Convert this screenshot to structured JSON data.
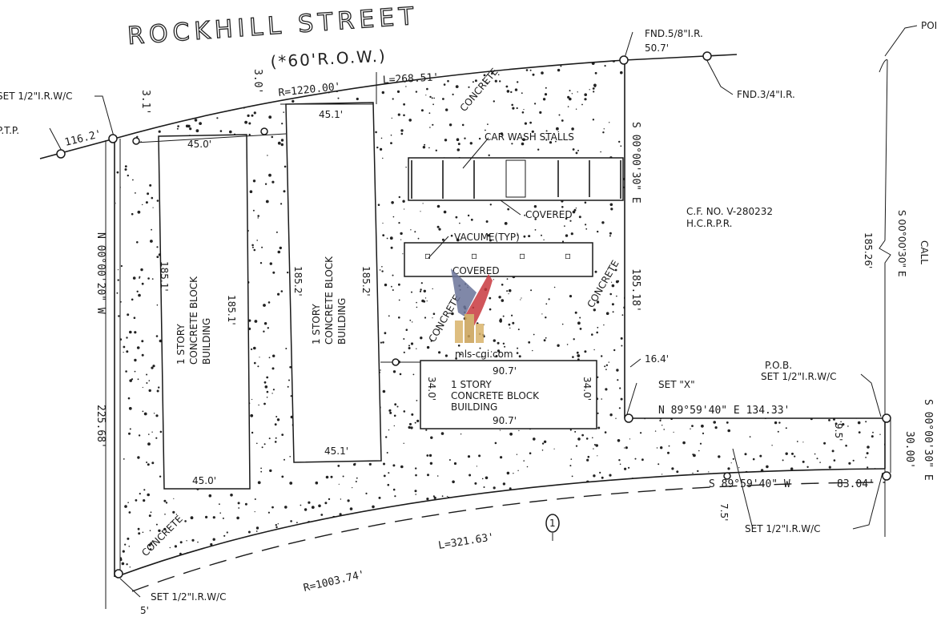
{
  "street": {
    "name": "ROCKHILL STREET",
    "row": "(*60'R.O.W.)",
    "offset": "3.0'"
  },
  "north_curve": {
    "radius": "R=1220.00'",
    "length": "L=268.51'",
    "segment_west": "116.2'",
    "offset": "3.1'"
  },
  "south_curve": {
    "radius": "R=1003.74'",
    "length": "L=321.63'"
  },
  "markers": {
    "set_iron_nw": "SET 1/2\"I.R.W/C",
    "ptp": "P.T.P.",
    "fnd_58": "FND.5/8\"I.R.",
    "fnd_34": "FND.3/4\"I.R.",
    "dist_50_7": "50.7'",
    "pob_title": "P.O.B.",
    "pob_iron": "SET 1/2\"I.R.W/C",
    "set_x": "SET \"X\"",
    "set_iron_s": "SET 1/2\"I.R.W/C",
    "set_iron_sw": "SET 1/2\"I.R.W/C",
    "point_label": "POI",
    "note_circle": "1"
  },
  "bearings": {
    "west": "N 00°00'20\" W",
    "west_dist": "225.68'",
    "east_prop": "S 00°00'30\" E",
    "east_dist": "185.18'",
    "north_line": "N 89°59'40\" E 134.33'",
    "south_line_bearing": "S 89°59'40\" W",
    "south_line_dist": "83.04'",
    "far_east": "S 00°00'30\" E",
    "far_east_dist": "30.00'",
    "call_label": "CALL",
    "call_bearing": "S 00°00'30\" E",
    "call_dist": "185.26'",
    "offset_16": "16.4'",
    "offset_7_5": "7.5'",
    "offset_5": "5'",
    "offset_9_5": "9.5'"
  },
  "parcel": {
    "cf_no": "C.F. NO. V-280232",
    "record": "H.C.R.P.R."
  },
  "buildings": [
    {
      "line1": "1 STORY",
      "line2": "CONCRETE BLOCK",
      "line3": "BUILDING",
      "top": "45.0'",
      "bottom": "45.0'",
      "left": "185.1'",
      "right": "185.1'"
    },
    {
      "line1": "1 STORY",
      "line2": "CONCRETE BLOCK",
      "line3": "BUILDING",
      "top": "45.1'",
      "bottom": "45.1'",
      "left": "185.2'",
      "right": "185.2'"
    },
    {
      "line1": "1 STORY",
      "line2": "CONCRETE BLOCK",
      "line3": "BUILDING",
      "top": "90.7'",
      "bottom": "90.7'",
      "left": "34.0'",
      "right": "34.0'"
    }
  ],
  "carwash": {
    "stalls": "CAR WASH STALLS",
    "covered": "COVERED",
    "vacuum": "VACUME(TYP)",
    "vac_covered": "COVERED"
  },
  "surface": {
    "label": "CONCRETE"
  },
  "watermark": {
    "site": "mls-cgi.com"
  }
}
